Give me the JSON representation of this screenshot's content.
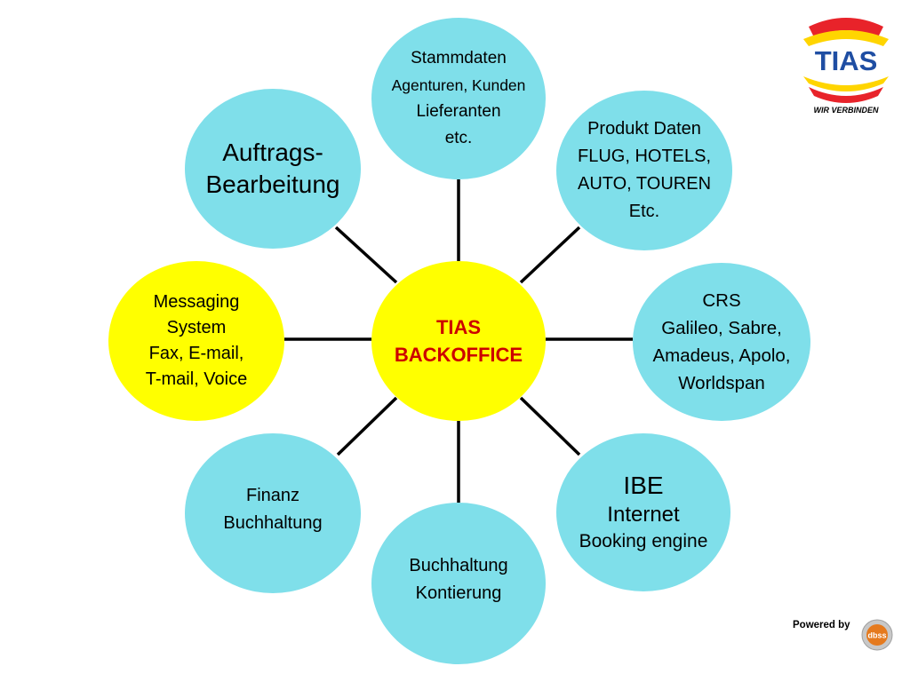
{
  "diagram": {
    "center": {
      "lines": [
        "TIAS",
        "BACKOFFICE"
      ],
      "fill": "#ffff00",
      "text_color": "#cc0000"
    },
    "nodes": {
      "top": {
        "lines": [
          "Stammdaten",
          "Agenturen, Kunden",
          "Lieferanten",
          "etc."
        ]
      },
      "top_right": {
        "lines": [
          "Produkt Daten",
          "FLUG, HOTELS,",
          "AUTO, TOUREN",
          "Etc."
        ]
      },
      "right": {
        "lines": [
          "CRS",
          "Galileo, Sabre,",
          "Amadeus, Apolo,",
          "Worldspan"
        ]
      },
      "bottom_right": {
        "lines": [
          "IBE",
          "Internet",
          "Booking engine"
        ]
      },
      "bottom": {
        "lines": [
          "Buchhaltung",
          "Kontierung"
        ]
      },
      "bottom_left": {
        "lines": [
          "Finanz",
          "Buchhaltung"
        ]
      },
      "left": {
        "lines": [
          "Messaging",
          "System",
          "Fax, E-mail,",
          "T-mail, Voice"
        ],
        "fill": "#ffff00"
      },
      "top_left": {
        "lines": [
          "Auftrags-",
          "Bearbeitung"
        ]
      }
    },
    "node_fill": "#7fdfea",
    "connector_color": "#000000"
  },
  "logo": {
    "wordmark": "TIAS",
    "tagline": "WIR VERBINDEN",
    "colors": {
      "red": "#e8232a",
      "yellow": "#ffd500",
      "blue": "#1f4ea3"
    }
  },
  "footer": {
    "powered_by": "Powered by",
    "brand_mark": "dbss"
  }
}
